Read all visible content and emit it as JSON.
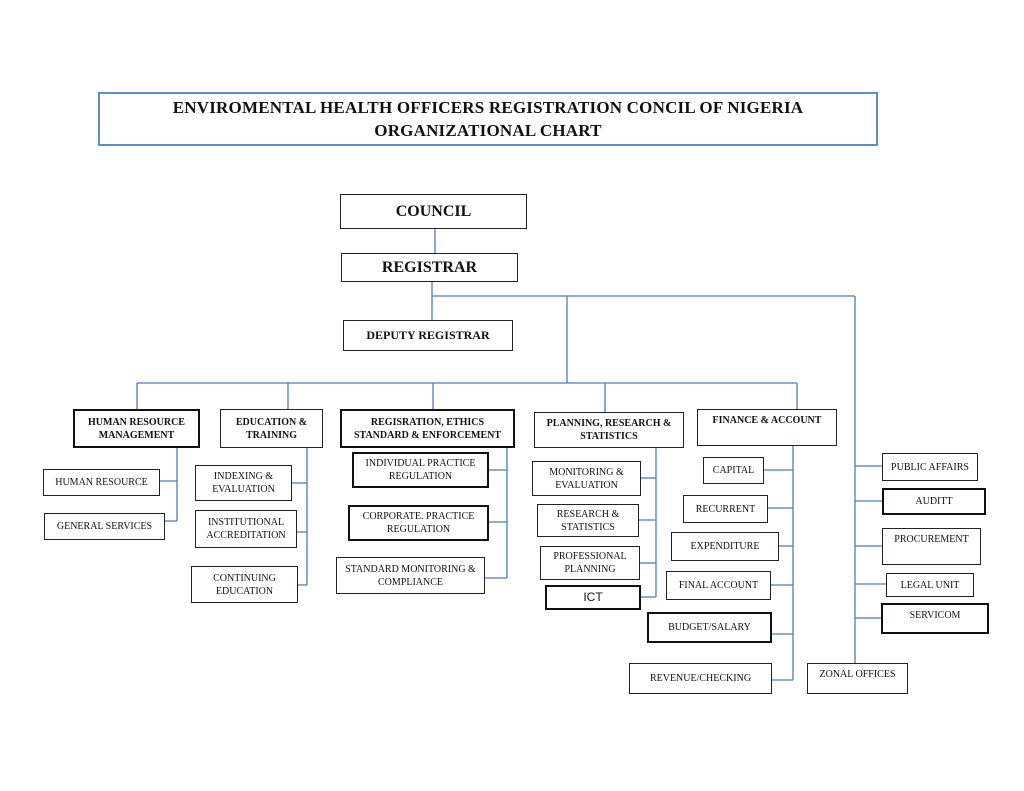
{
  "title": {
    "line1": "ENVIROMENTAL HEALTH OFFICERS REGISTRATION CONCIL OF NIGERIA",
    "line2": "ORGANIZATIONAL CHART"
  },
  "top": {
    "council": "COUNCIL",
    "registrar": "REGISTRAR",
    "deputy": "DEPUTY REGISTRAR"
  },
  "departments": {
    "hr": {
      "label": "HUMAN RESOURCE MANAGEMENT",
      "units": [
        "HUMAN RESOURCE",
        "GENERAL SERVICES"
      ]
    },
    "education": {
      "label": "EDUCATION & TRAINING",
      "units": [
        "INDEXING & EVALUATION",
        "INSTITUTIONAL ACCREDITATION",
        "CONTINUING EDUCATION"
      ]
    },
    "registration": {
      "label": "REGISRATION, ETHICS STANDARD & ENFORCEMENT",
      "units": [
        "INDIVIDUAL PRACTICE REGULATION",
        "CORPORATE. PRACTICE REGULATION",
        "STANDARD MONITORING & COMPLIANCE"
      ]
    },
    "planning": {
      "label": "PLANNING, RESEARCH & STATISTICS",
      "units": [
        "MONITORING & EVALUATION",
        "RESEARCH & STATISTICS",
        "PROFESSIONAL PLANNING",
        "ICT"
      ]
    },
    "finance": {
      "label": "FINANCE & ACCOUNT",
      "units": [
        "CAPITAL",
        "RECURRENT",
        "EXPENDITURE",
        "FINAL ACCOUNT",
        "BUDGET/SALARY",
        "REVENUE/CHECKING"
      ]
    }
  },
  "registrar_units": [
    "PUBLIC AFFAIRS",
    "AUDITT",
    "PROCUREMENT",
    "LEGAL UNIT",
    "SERVICOM",
    "ZONAL OFFICES"
  ]
}
